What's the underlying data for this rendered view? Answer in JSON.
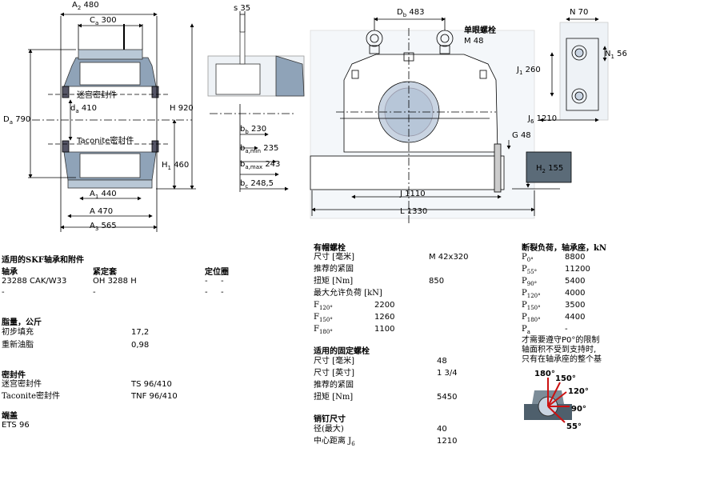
{
  "drawing": {
    "dims": {
      "a2": "480",
      "ca": "300",
      "da": "790",
      "da_in": "410",
      "h": "920",
      "h1": "460",
      "a1": "440",
      "a": "470",
      "a3": "565",
      "s": "35",
      "bb": "230",
      "ba_min": "235",
      "ba_max": "243",
      "bc": "248,5",
      "db": "483",
      "j": "1110",
      "l": "1330",
      "g": "48",
      "h2": "155",
      "n": "70",
      "n1": "56",
      "j1": "260",
      "j6": "1210"
    },
    "labels": {
      "labyrinth_seal": "迷宫密封件",
      "taconite_seal": "Taconite密封件",
      "eye_bolt": "单眼螺栓",
      "eye_bolt_size": "M 48"
    },
    "load_diagram": {
      "angles": [
        "180°",
        "150°",
        "120°",
        "90°",
        "55°"
      ]
    }
  },
  "left": {
    "suit_title": "适用的SKF轴承和附件",
    "col_bearing": "轴承",
    "col_sleeve": "紧定套",
    "col_ring": "定位圈",
    "rows": [
      {
        "bearing": "23288 CAK/W33",
        "sleeve": "OH 3288 H",
        "ring1": "-",
        "ring2": "-"
      },
      {
        "bearing": "-",
        "sleeve": "-",
        "ring1": "-",
        "ring2": "-"
      }
    ],
    "grease_title": "脂量，公斤",
    "grease": [
      {
        "label": "初步填充",
        "value": "17,2"
      },
      {
        "label": "重新油脂",
        "value": "0,98"
      }
    ],
    "seal_title": "密封件",
    "seals": [
      {
        "label": "迷宫密封件",
        "value": "TS 96/410"
      },
      {
        "label": "Taconite密封件",
        "value": "TNF 96/410"
      }
    ],
    "cap_title": "端盖",
    "cap_value": "ETS 96"
  },
  "middle": {
    "cap_bolts_title": "有帽螺栓",
    "cap_bolts": [
      {
        "label": "尺寸 [毫米]",
        "value": "M 42x320"
      },
      {
        "label": "推荐的紧固",
        "value": ""
      },
      {
        "label": "扭矩 [Nm]",
        "value": "850"
      },
      {
        "label": "最大允许负荷 [kN]",
        "value": ""
      }
    ],
    "f_loads": [
      {
        "label": "F",
        "sub": "120°",
        "value": "2200"
      },
      {
        "label": "F",
        "sub": "150°",
        "value": "1260"
      },
      {
        "label": "F",
        "sub": "180°",
        "value": "1100"
      }
    ],
    "fixing_title": "适用的固定螺栓",
    "fixing": [
      {
        "label": "尺寸 [毫米]",
        "value": "48"
      },
      {
        "label": "尺寸 [英寸]",
        "value": "1 3/4"
      },
      {
        "label": "推荐的紧固",
        "value": ""
      },
      {
        "label": "扭矩 [Nm]",
        "value": "5450"
      }
    ],
    "dowel_title": "销钉尺寸",
    "dowel": [
      {
        "label": "径(最大)",
        "value": "40"
      },
      {
        "label": "中心距离 J",
        "sub": "6",
        "value": "1210"
      }
    ]
  },
  "right": {
    "title": "断裂负荷，轴承座，kN",
    "loads": [
      {
        "label": "P",
        "sub": "0°",
        "value": "8800"
      },
      {
        "label": "P",
        "sub": "55°",
        "value": "11200"
      },
      {
        "label": "P",
        "sub": "90°",
        "value": "5400"
      },
      {
        "label": "P",
        "sub": "120°",
        "value": "4000"
      },
      {
        "label": "P",
        "sub": "150°",
        "value": "3500"
      },
      {
        "label": "P",
        "sub": "180°",
        "value": "4400"
      },
      {
        "label": "P",
        "sub": "a",
        "value": "-"
      }
    ],
    "note": [
      "才需要遵守P0°的限制",
      "轴面积不受到支持时,",
      "只有在轴承座的整个基"
    ]
  }
}
